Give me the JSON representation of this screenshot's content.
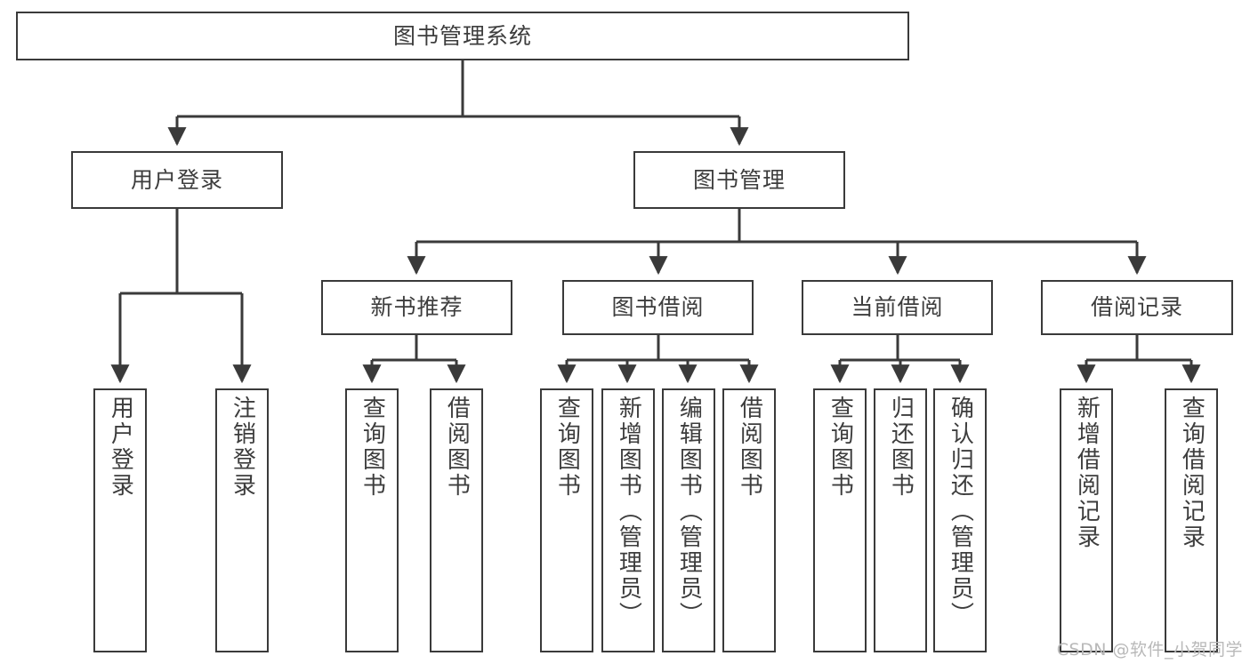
{
  "diagram": {
    "title": "图书管理系统",
    "type": "tree",
    "orientation": "top-down",
    "colors": {
      "box_border": "#3a3a3a",
      "box_fill": "#ffffff",
      "connector": "#3a3a3a",
      "text": "#3d3d3d",
      "watermark": "#b9b9b9",
      "background": "#ffffff"
    },
    "root": {
      "id": "root",
      "label": "图书管理系统",
      "level": 1,
      "orientation": "horizontal"
    },
    "level2": [
      {
        "id": "user-login",
        "label": "用户登录",
        "level": 2,
        "orientation": "horizontal"
      },
      {
        "id": "book-manage",
        "label": "图书管理",
        "level": 2,
        "orientation": "horizontal"
      }
    ],
    "level3": [
      {
        "id": "new-book-recommend",
        "label": "新书推荐",
        "level": 3,
        "orientation": "horizontal",
        "parent": "book-manage"
      },
      {
        "id": "book-borrow",
        "label": "图书借阅",
        "level": 3,
        "orientation": "horizontal",
        "parent": "book-manage"
      },
      {
        "id": "current-borrow",
        "label": "当前借阅",
        "level": 3,
        "orientation": "horizontal",
        "parent": "book-manage"
      },
      {
        "id": "borrow-record",
        "label": "借阅记录",
        "level": 3,
        "orientation": "horizontal",
        "parent": "book-manage"
      }
    ],
    "leaves": [
      {
        "id": "leaf-user-login",
        "label": "用户登录",
        "parent": "user-login",
        "orientation": "vertical"
      },
      {
        "id": "leaf-user-logout",
        "label": "注销登录",
        "parent": "user-login",
        "orientation": "vertical"
      },
      {
        "id": "leaf-query-book-1",
        "label": "查询图书",
        "parent": "new-book-recommend",
        "orientation": "vertical"
      },
      {
        "id": "leaf-borrow-book-1",
        "label": "借阅图书",
        "parent": "new-book-recommend",
        "orientation": "vertical"
      },
      {
        "id": "leaf-query-book-2",
        "label": "查询图书",
        "parent": "book-borrow",
        "orientation": "vertical"
      },
      {
        "id": "leaf-add-book",
        "label": "新增图书（管理员）",
        "parent": "book-borrow",
        "orientation": "vertical"
      },
      {
        "id": "leaf-edit-book",
        "label": "编辑图书（管理员）",
        "parent": "book-borrow",
        "orientation": "vertical"
      },
      {
        "id": "leaf-borrow-book-2",
        "label": "借阅图书",
        "parent": "book-borrow",
        "orientation": "vertical"
      },
      {
        "id": "leaf-query-book-3",
        "label": "查询图书",
        "parent": "current-borrow",
        "orientation": "vertical"
      },
      {
        "id": "leaf-return-book",
        "label": "归还图书",
        "parent": "current-borrow",
        "orientation": "vertical"
      },
      {
        "id": "leaf-confirm-return",
        "label": "确认归还（管理员）",
        "parent": "current-borrow",
        "orientation": "vertical"
      },
      {
        "id": "leaf-add-borrow-record",
        "label": "新增借阅记录",
        "parent": "borrow-record",
        "orientation": "vertical"
      },
      {
        "id": "leaf-query-borrow-record",
        "label": "查询借阅记录",
        "parent": "borrow-record",
        "orientation": "vertical"
      }
    ]
  },
  "watermark": {
    "text": "CSDN @软件_小贺同学"
  }
}
